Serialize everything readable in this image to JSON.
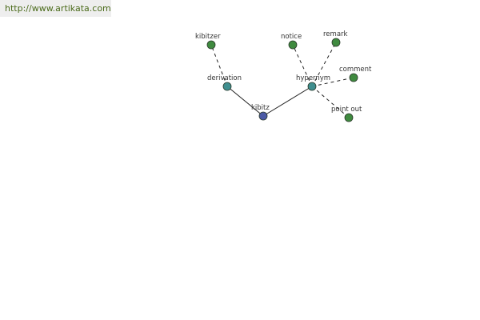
{
  "banner": {
    "url_text": "http://www.artikata.com"
  },
  "colors": {
    "center": "#4b5aa5",
    "relation": "#3f8f8f",
    "leaf": "#3f8a3f"
  },
  "graph": {
    "nodes": [
      {
        "id": "kibitz",
        "label": "kibitz",
        "kind": "center"
      },
      {
        "id": "derivation",
        "label": "derivation",
        "kind": "relation"
      },
      {
        "id": "hypernym",
        "label": "hypernym",
        "kind": "relation"
      },
      {
        "id": "kibitzer",
        "label": "kibitzer",
        "kind": "leaf"
      },
      {
        "id": "notice",
        "label": "notice",
        "kind": "leaf"
      },
      {
        "id": "remark",
        "label": "remark",
        "kind": "leaf"
      },
      {
        "id": "comment",
        "label": "comment",
        "kind": "leaf"
      },
      {
        "id": "point-out",
        "label": "point out",
        "kind": "leaf"
      }
    ],
    "edges": [
      {
        "from": "kibitz",
        "to": "derivation",
        "style": "solid"
      },
      {
        "from": "kibitz",
        "to": "hypernym",
        "style": "solid"
      },
      {
        "from": "derivation",
        "to": "kibitzer",
        "style": "dashed"
      },
      {
        "from": "hypernym",
        "to": "notice",
        "style": "dashed"
      },
      {
        "from": "hypernym",
        "to": "remark",
        "style": "dashed"
      },
      {
        "from": "hypernym",
        "to": "comment",
        "style": "dashed"
      },
      {
        "from": "hypernym",
        "to": "point-out",
        "style": "dashed"
      }
    ]
  }
}
